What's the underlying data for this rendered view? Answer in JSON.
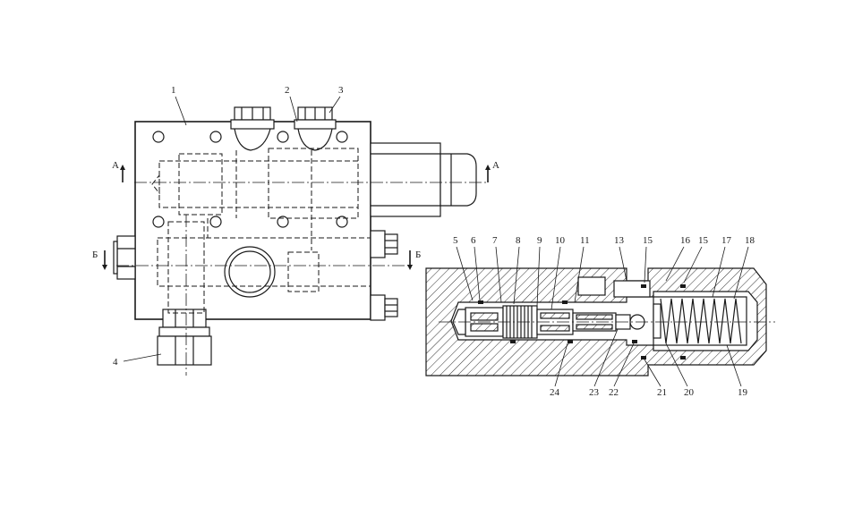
{
  "left_view": {
    "callouts": [
      "1",
      "2",
      "3",
      "4"
    ],
    "section_marks": {
      "a_left": "А",
      "a_right": "А",
      "b_left": "Б",
      "b_right": "Б"
    }
  },
  "right_view": {
    "callouts_top": [
      "5",
      "6",
      "7",
      "8",
      "9",
      "10",
      "11",
      "13",
      "15",
      "16",
      "15",
      "17",
      "18"
    ],
    "callouts_bottom": [
      "24",
      "23",
      "22",
      "21",
      "20",
      "19"
    ]
  }
}
